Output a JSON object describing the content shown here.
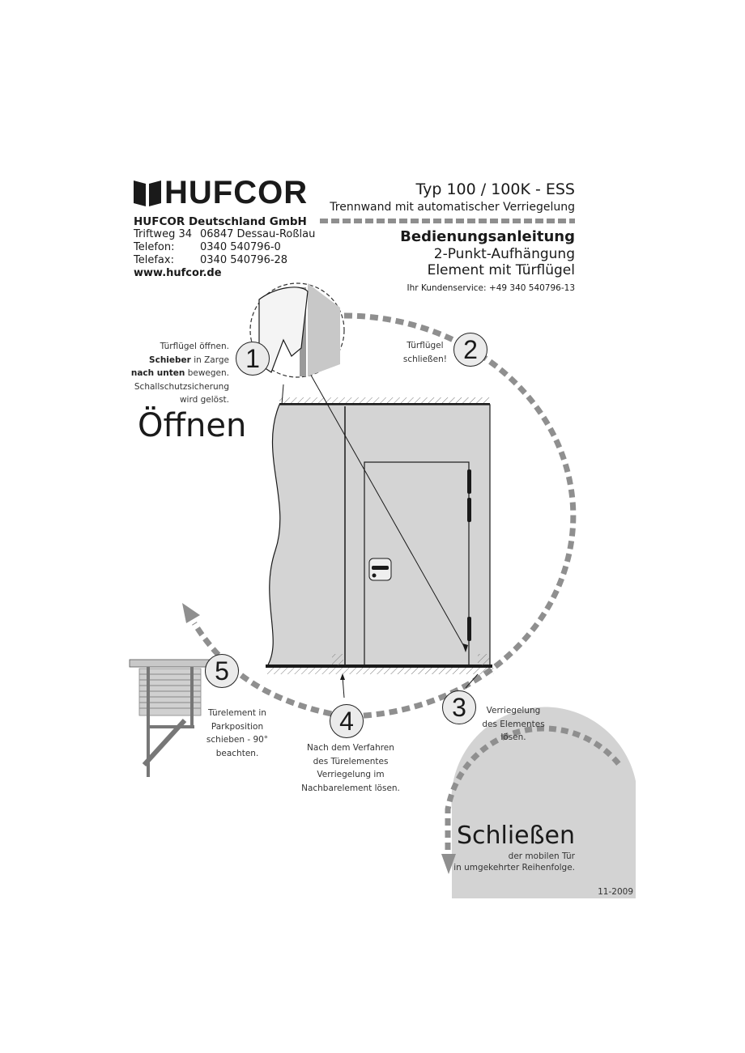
{
  "header": {
    "brand": "HUFCOR",
    "company_name": "HUFCOR Deutschland GmbH",
    "address_street": "Triftweg 34",
    "address_city": "06847 Dessau-Roßlau",
    "phone_label": "Telefon:",
    "phone_value": "0340 540796-0",
    "fax_label": "Telefax:",
    "fax_value": "0340 540796-28",
    "website": "www.hufcor.de",
    "type_title": "Typ 100 / 100K - ESS",
    "type_subtitle": "Trennwand mit automatischer Verriegelung",
    "manual_title": "Bedienungsanleitung",
    "manual_line2": "2-Punkt-Aufhängung",
    "manual_line3": "Element mit Türflügel",
    "customer_service": "Ihr Kundenservice:  +49 340 540796-13"
  },
  "open_section": {
    "title": "Öffnen"
  },
  "steps": [
    {
      "number": "1",
      "lines": [
        "Türflügel öffnen.",
        "Schieber",
        " in Zarge",
        "nach unten",
        " bewegen.",
        "Schallschutzsicherung",
        "wird gelöst."
      ]
    },
    {
      "number": "2",
      "lines": [
        "Türflügel",
        "schließen!"
      ]
    },
    {
      "number": "3",
      "lines": [
        "Verriegelung",
        "des Elementes",
        "lösen."
      ]
    },
    {
      "number": "4",
      "lines": [
        "Nach dem Verfahren",
        "des Türelementes",
        "Verriegelung im",
        "Nachbarelement lösen."
      ]
    },
    {
      "number": "5",
      "lines": [
        "Türelement in",
        "Parkposition",
        "schieben - 90° beachten."
      ]
    }
  ],
  "close_section": {
    "title": "Schließen",
    "line1": "der mobilen Tür",
    "line2": "in umgekehrter Reihenfolge.",
    "date": "11-2009"
  },
  "colors": {
    "panel_gray": "#d4d4d4",
    "arc_gray": "#8f8f8f",
    "close_bg": "#d3d3d3"
  }
}
